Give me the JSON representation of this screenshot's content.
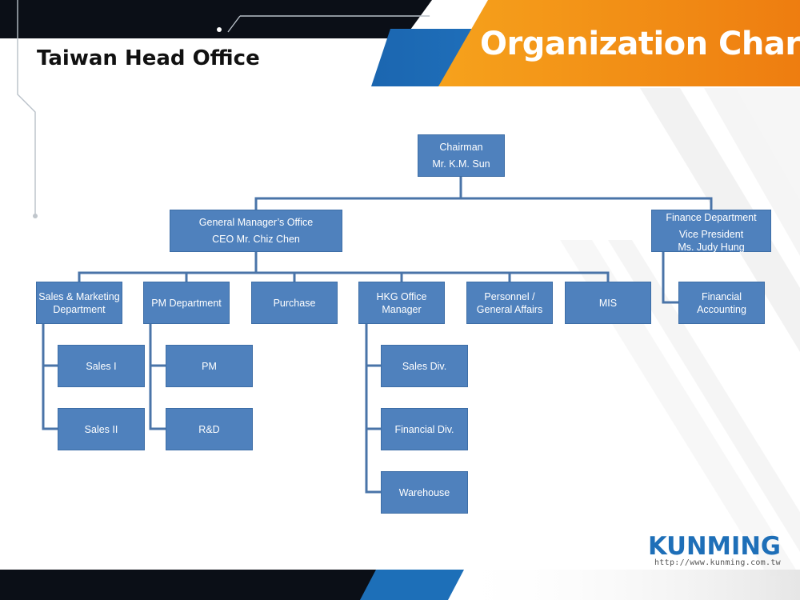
{
  "slide": {
    "title": "Organization Chart",
    "subtitle": "Taiwan Head Office",
    "colors": {
      "box": "#4f81bd",
      "line": "#4a74a8",
      "accent_orange": "#f08a12",
      "accent_blue": "#1d6fb8",
      "dark": "#0b0f17"
    }
  },
  "org": {
    "chairman": {
      "title": "Chairman",
      "name": "Mr. K.M. Sun"
    },
    "gm_office": {
      "title": "General Manager’s Office",
      "name": "CEO Mr. Chiz Chen"
    },
    "finance": {
      "title": "Finance Department",
      "role": "Vice President",
      "name": "Ms. Judy Hung"
    },
    "departments": {
      "sales_marketing": {
        "line1": "Sales & Marketing",
        "line2": "Department"
      },
      "pm_department": "PM Department",
      "purchase": "Purchase",
      "hkg_office": {
        "line1": "HKG Office",
        "line2": "Manager"
      },
      "personnel": {
        "line1": "Personnel /",
        "line2": "General Affairs"
      },
      "mis": "MIS",
      "financial_accounting": {
        "line1": "Financial",
        "line2": "Accounting"
      }
    },
    "sub_units": {
      "sales_1": "Sales I",
      "sales_2": "Sales II",
      "pm": "PM",
      "rd": "R&D",
      "sales_div": "Sales Div.",
      "financial_div": "Financial Div.",
      "warehouse": "Warehouse"
    }
  },
  "footer": {
    "logo_text": "KUNMING",
    "url": "http://www.kunming.com.tw"
  }
}
